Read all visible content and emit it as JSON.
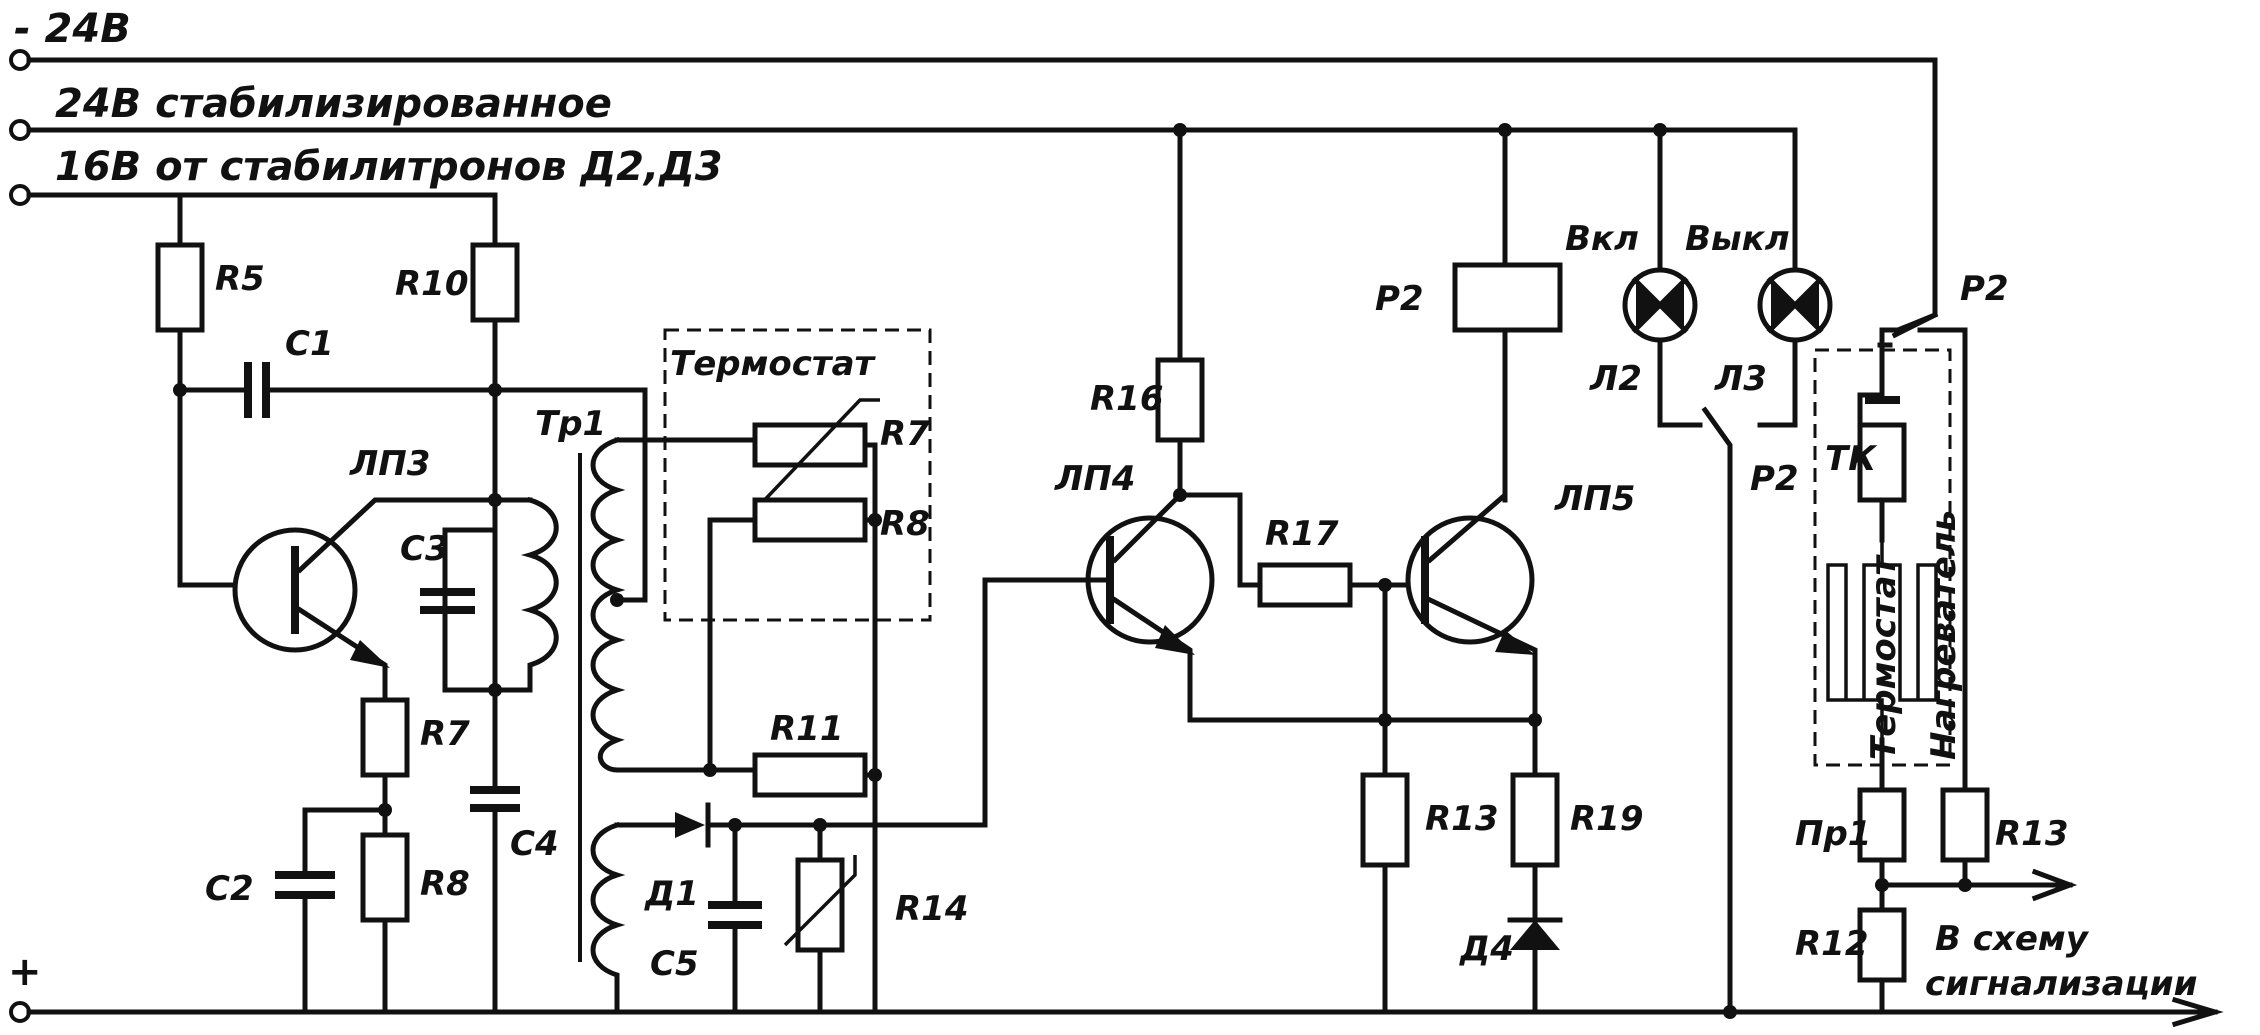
{
  "supply_rails": {
    "minus_24v": "- 24В",
    "stabilized_24v": "24В стабилизированное",
    "zener_16v": "16В от стабилитронов Д2,Д3",
    "plus": "+"
  },
  "components": {
    "R5": "R5",
    "R10": "R10",
    "C1": "C1",
    "LP3": "ЛП3",
    "C3": "C3",
    "R7_left": "R7",
    "R8_left": "R8",
    "C2": "C2",
    "C4": "C4",
    "Tr1": "Тр1",
    "thermostat_box": "Термостат",
    "R7_thermo": "R7",
    "R8_thermo": "R8",
    "R11": "R11",
    "D1": "Д1",
    "C5": "C5",
    "R14": "R14",
    "R16": "R16",
    "LP4": "ЛП4",
    "R17": "R17",
    "LP5": "ЛП5",
    "R13_mid": "R13",
    "R19": "R19",
    "D4": "Д4",
    "P2_coil": "Р2",
    "lamp_on": "Вкл",
    "lamp_off": "Выкл",
    "L2": "Л2",
    "L3": "Л3",
    "P2_contact_low": "Р2",
    "P2_contact_top": "Р2",
    "TK": "ТК",
    "thermostat_vertical": "Термостат",
    "heater_vertical": "Нагреватель",
    "Pr1": "Пр1",
    "R13_right": "R13",
    "R12": "R12"
  },
  "output_label": {
    "line1": "В схему",
    "line2": "сигнализации"
  }
}
